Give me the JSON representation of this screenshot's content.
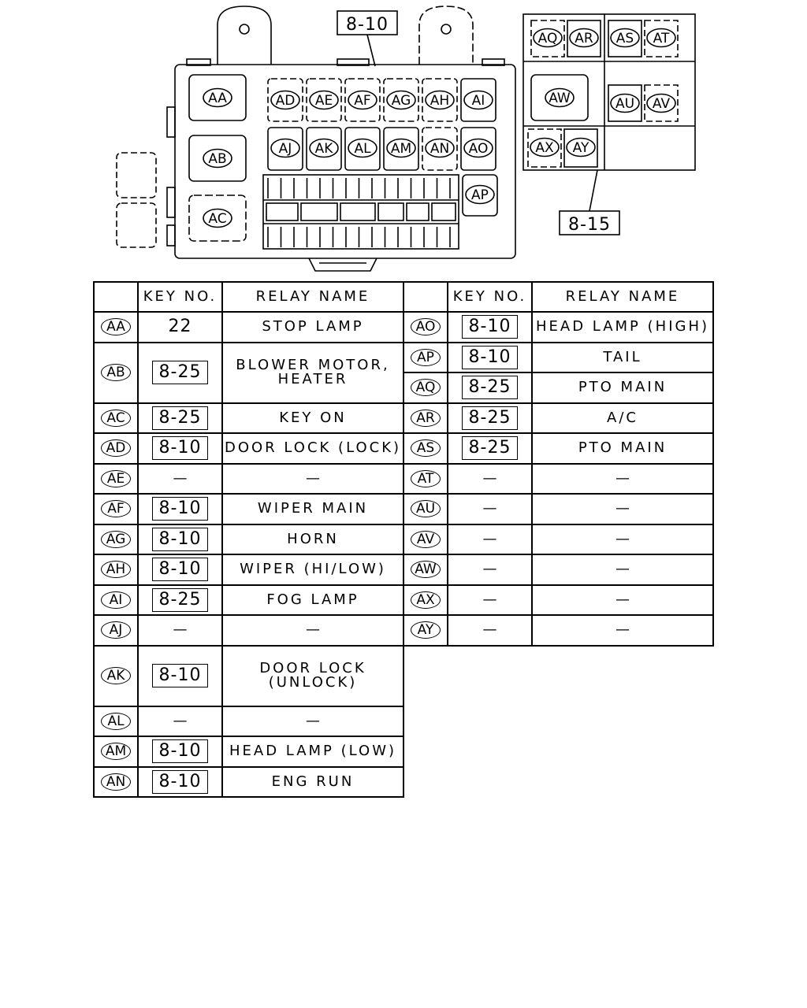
{
  "diagram": {
    "callouts": [
      "8-10",
      "8-15"
    ],
    "relays": [
      {
        "id": "AA"
      },
      {
        "id": "AB"
      },
      {
        "id": "AC"
      },
      {
        "id": "AD"
      },
      {
        "id": "AE"
      },
      {
        "id": "AF"
      },
      {
        "id": "AG"
      },
      {
        "id": "AH"
      },
      {
        "id": "AI"
      },
      {
        "id": "AJ"
      },
      {
        "id": "AK"
      },
      {
        "id": "AL"
      },
      {
        "id": "AM"
      },
      {
        "id": "AN"
      },
      {
        "id": "AO"
      },
      {
        "id": "AP"
      },
      {
        "id": "AQ"
      },
      {
        "id": "AR"
      },
      {
        "id": "AS"
      },
      {
        "id": "AT"
      },
      {
        "id": "AU"
      },
      {
        "id": "AV"
      },
      {
        "id": "AW"
      },
      {
        "id": "AX"
      },
      {
        "id": "AY"
      }
    ]
  },
  "table": {
    "headers": {
      "key": "KEY NO.",
      "name": "RELAY NAME"
    },
    "left": [
      {
        "code": "AA",
        "key": "22",
        "boxed": false,
        "name": "STOP LAMP",
        "tall": false
      },
      {
        "code": "AB",
        "key": "8-25",
        "boxed": true,
        "name": "BLOWER MOTOR, HEATER",
        "tall": true
      },
      {
        "code": "AC",
        "key": "8-25",
        "boxed": true,
        "name": "KEY ON",
        "tall": false
      },
      {
        "code": "AD",
        "key": "8-10",
        "boxed": true,
        "name": "DOOR LOCK (LOCK)",
        "tall": false
      },
      {
        "code": "AE",
        "key": "—",
        "boxed": false,
        "name": "—",
        "tall": false
      },
      {
        "code": "AF",
        "key": "8-10",
        "boxed": true,
        "name": "WIPER MAIN",
        "tall": false
      },
      {
        "code": "AG",
        "key": "8-10",
        "boxed": true,
        "name": "HORN",
        "tall": false
      },
      {
        "code": "AH",
        "key": "8-10",
        "boxed": true,
        "name": "WIPER (HI/LOW)",
        "tall": false
      },
      {
        "code": "AI",
        "key": "8-25",
        "boxed": true,
        "name": "FOG LAMP",
        "tall": false
      },
      {
        "code": "AJ",
        "key": "—",
        "boxed": false,
        "name": "—",
        "tall": false
      },
      {
        "code": "AK",
        "key": "8-10",
        "boxed": true,
        "name": "DOOR LOCK (UNLOCK)",
        "tall": true
      },
      {
        "code": "AL",
        "key": "—",
        "boxed": false,
        "name": "—",
        "tall": false
      },
      {
        "code": "AM",
        "key": "8-10",
        "boxed": true,
        "name": "HEAD LAMP (LOW)",
        "tall": false
      },
      {
        "code": "AN",
        "key": "8-10",
        "boxed": true,
        "name": "ENG RUN",
        "tall": false
      }
    ],
    "right": [
      {
        "code": "AO",
        "key": "8-10",
        "boxed": true,
        "name": "HEAD LAMP (HIGH)"
      },
      {
        "code": "AP",
        "key": "8-10",
        "boxed": true,
        "name": "TAIL"
      },
      {
        "code": "AQ",
        "key": "8-25",
        "boxed": true,
        "name": "PTO MAIN"
      },
      {
        "code": "AR",
        "key": "8-25",
        "boxed": true,
        "name": "A/C"
      },
      {
        "code": "AS",
        "key": "8-25",
        "boxed": true,
        "name": "PTO MAIN"
      },
      {
        "code": "AT",
        "key": "—",
        "boxed": false,
        "name": "—"
      },
      {
        "code": "AU",
        "key": "—",
        "boxed": false,
        "name": "—"
      },
      {
        "code": "AV",
        "key": "—",
        "boxed": false,
        "name": "—"
      },
      {
        "code": "AW",
        "key": "—",
        "boxed": false,
        "name": "—"
      },
      {
        "code": "AX",
        "key": "—",
        "boxed": false,
        "name": "—"
      },
      {
        "code": "AY",
        "key": "—",
        "boxed": false,
        "name": "—"
      }
    ]
  }
}
